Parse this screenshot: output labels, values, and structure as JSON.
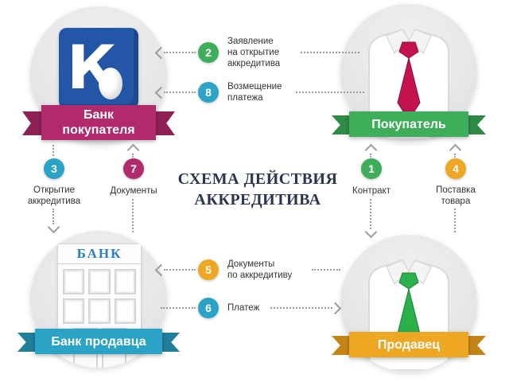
{
  "title": {
    "line1": "СХЕМА ДЕЙСТВИЯ",
    "line2": "АККРЕДИТИВА",
    "color": "#2b3550"
  },
  "entities": {
    "buyer_bank": {
      "name": "Банк покупателя",
      "ribbon_color": "#b12a6c",
      "logo_letter": "К"
    },
    "buyer": {
      "name": "Покупатель",
      "ribbon_color": "#3fae5a",
      "tie_color": "#c2134f"
    },
    "seller_bank": {
      "name": "Банк продавца",
      "ribbon_color": "#2ba3c7",
      "building_sign": "БАНК"
    },
    "seller": {
      "name": "Продавец",
      "ribbon_color": "#eda723",
      "tie_color": "#2bb04a"
    }
  },
  "steps": {
    "s1": {
      "num": "1",
      "label": "Контракт",
      "color": "#3fae5a"
    },
    "s2": {
      "num": "2",
      "label": "Заявление\nна открытие\nаккредитива",
      "color": "#3fae5a"
    },
    "s3": {
      "num": "3",
      "label": "Открытие\nаккредитива",
      "color": "#2ba3c7"
    },
    "s4": {
      "num": "4",
      "label": "Поставка\nтовара",
      "color": "#eda723"
    },
    "s5": {
      "num": "5",
      "label": "Документы\nпо аккредитиву",
      "color": "#eda723"
    },
    "s6": {
      "num": "6",
      "label": "Платеж",
      "color": "#2ba3c7"
    },
    "s7": {
      "num": "7",
      "label": "Документы",
      "color": "#b12a6c"
    },
    "s8": {
      "num": "8",
      "label": "Возмещение\nплатежа",
      "color": "#2ba3c7"
    }
  }
}
